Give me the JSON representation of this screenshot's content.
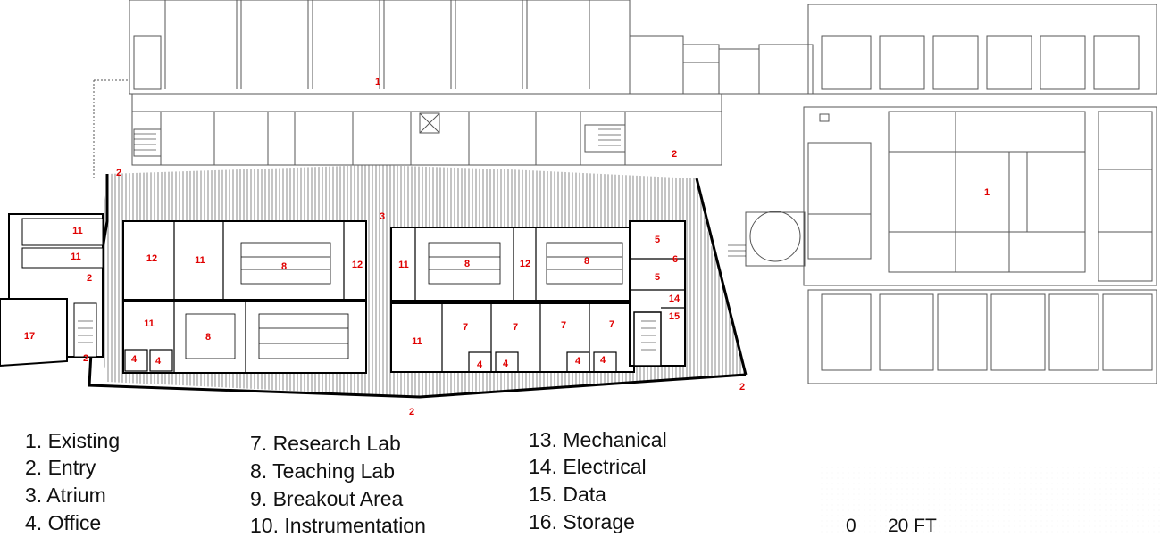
{
  "legend": [
    "1. Existing",
    "2. Entry",
    "3. Atrium",
    "4. Office",
    "7. Research Lab",
    "8. Teaching Lab",
    "9. Breakout Area",
    "10. Instrumentation",
    "13. Mechanical",
    "14. Electrical",
    "15. Data",
    "16. Storage"
  ],
  "scale": {
    "zero": "0",
    "mark": "20 FT"
  },
  "room_labels": {
    "existing": "1",
    "entry": "2",
    "atrium": "3",
    "office": "4",
    "r5": "5",
    "r6": "6",
    "research_lab": "7",
    "teaching_lab": "8",
    "r11": "11",
    "r12": "12",
    "electrical": "14",
    "data": "15",
    "r17": "17"
  },
  "colors": {
    "room_label": "#e00000",
    "wall": "#000000",
    "hatch": "#555555"
  }
}
